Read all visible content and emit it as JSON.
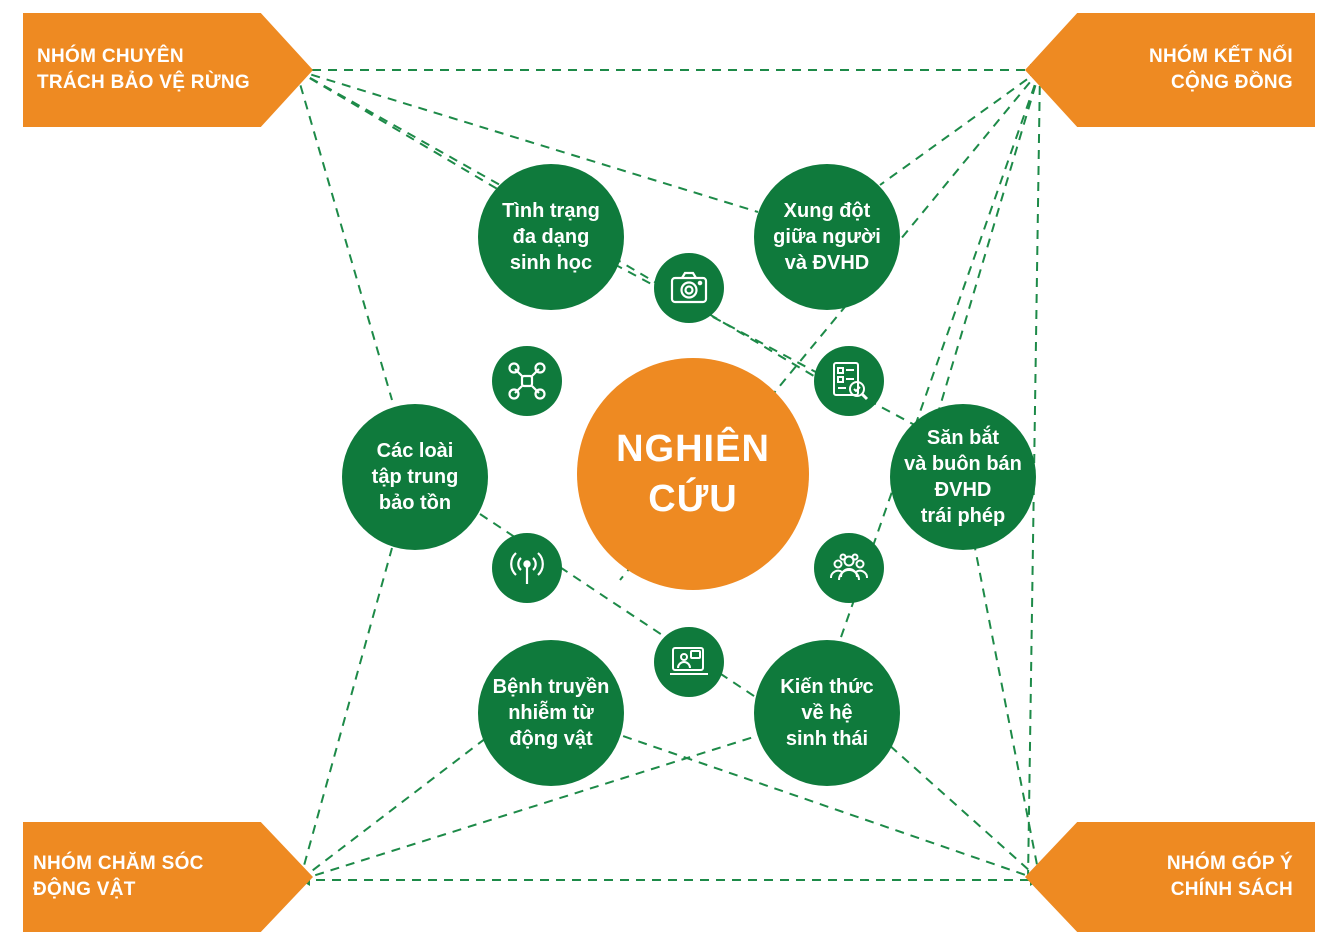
{
  "colors": {
    "orange": "#ee8a22",
    "green": "#0f7a3c",
    "line": "#1d8a48",
    "text_on_fill": "#ffffff"
  },
  "center": {
    "label": "NGHIÊN\nCỨU"
  },
  "corners": {
    "top_left": "NHÓM CHUYÊN\nTRÁCH BẢO VỆ RỪNG",
    "top_right": "NHÓM KẾT NỐI\nCỘNG ĐỒNG",
    "bottom_left": "NHÓM CHĂM SÓC\nĐỘNG VẬT",
    "bottom_right": "NHÓM GÓP Ý\nCHÍNH SÁCH"
  },
  "topics": {
    "biodiversity": "Tình trạng\nđa dạng\nsinh học",
    "conflict": "Xung đột\ngiữa người\nvà ĐVHD",
    "species": "Các loài\ntập trung\nbảo tồn",
    "hunting": "Săn bắt\nvà buôn bán\nĐVHD\ntrái phép",
    "disease": "Bệnh truyền\nnhiễm từ\nđộng vật",
    "ecosystem": "Kiến thức\nvề hệ\nsinh thái"
  },
  "icons": [
    "camera-icon",
    "drone-icon",
    "checklist-search-icon",
    "radio-tracking-icon",
    "people-group-icon",
    "online-meeting-icon"
  ]
}
